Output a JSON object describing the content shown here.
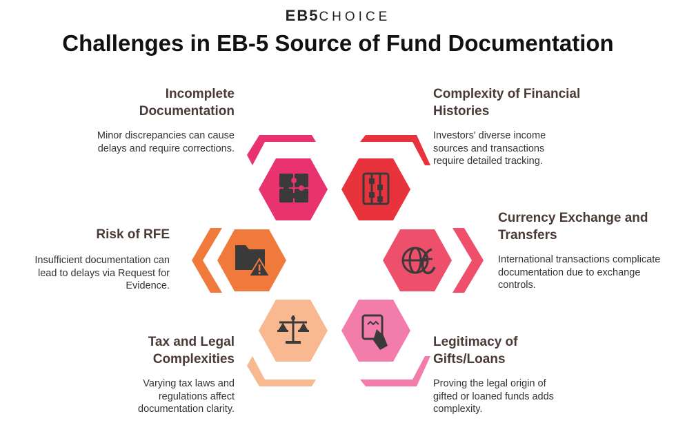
{
  "brand": {
    "part1": "EB5",
    "part2": "CHOICE"
  },
  "title": "Challenges in EB-5 Source of Fund Documentation",
  "items": [
    {
      "heading": "Incomplete Documentation",
      "desc": "Minor discrepancies can cause delays and require corrections.",
      "color": "#e8336e",
      "icon": "puzzle-icon"
    },
    {
      "heading": "Complexity of Financial Histories",
      "desc": "Investors' diverse income sources and transactions require detailed tracking.",
      "color": "#e8323c",
      "icon": "abacus-icon"
    },
    {
      "heading": "Risk of RFE",
      "desc": "Insufficient documentation can lead to delays via Request for Evidence.",
      "color": "#f07a3c",
      "icon": "folder-warning-icon"
    },
    {
      "heading": "Currency Exchange and Transfers",
      "desc": "International transactions complicate documentation due to exchange controls.",
      "color": "#ee4f6b",
      "icon": "currency-globe-icon"
    },
    {
      "heading": "Tax and Legal Complexities",
      "desc": "Varying tax laws and regulations affect documentation clarity.",
      "color": "#f8b890",
      "icon": "scales-icon"
    },
    {
      "heading": "Legitimacy of Gifts/Loans",
      "desc": "Proving the legal origin of gifted or loaned funds adds complexity.",
      "color": "#f27caa",
      "icon": "hand-document-icon"
    }
  ]
}
